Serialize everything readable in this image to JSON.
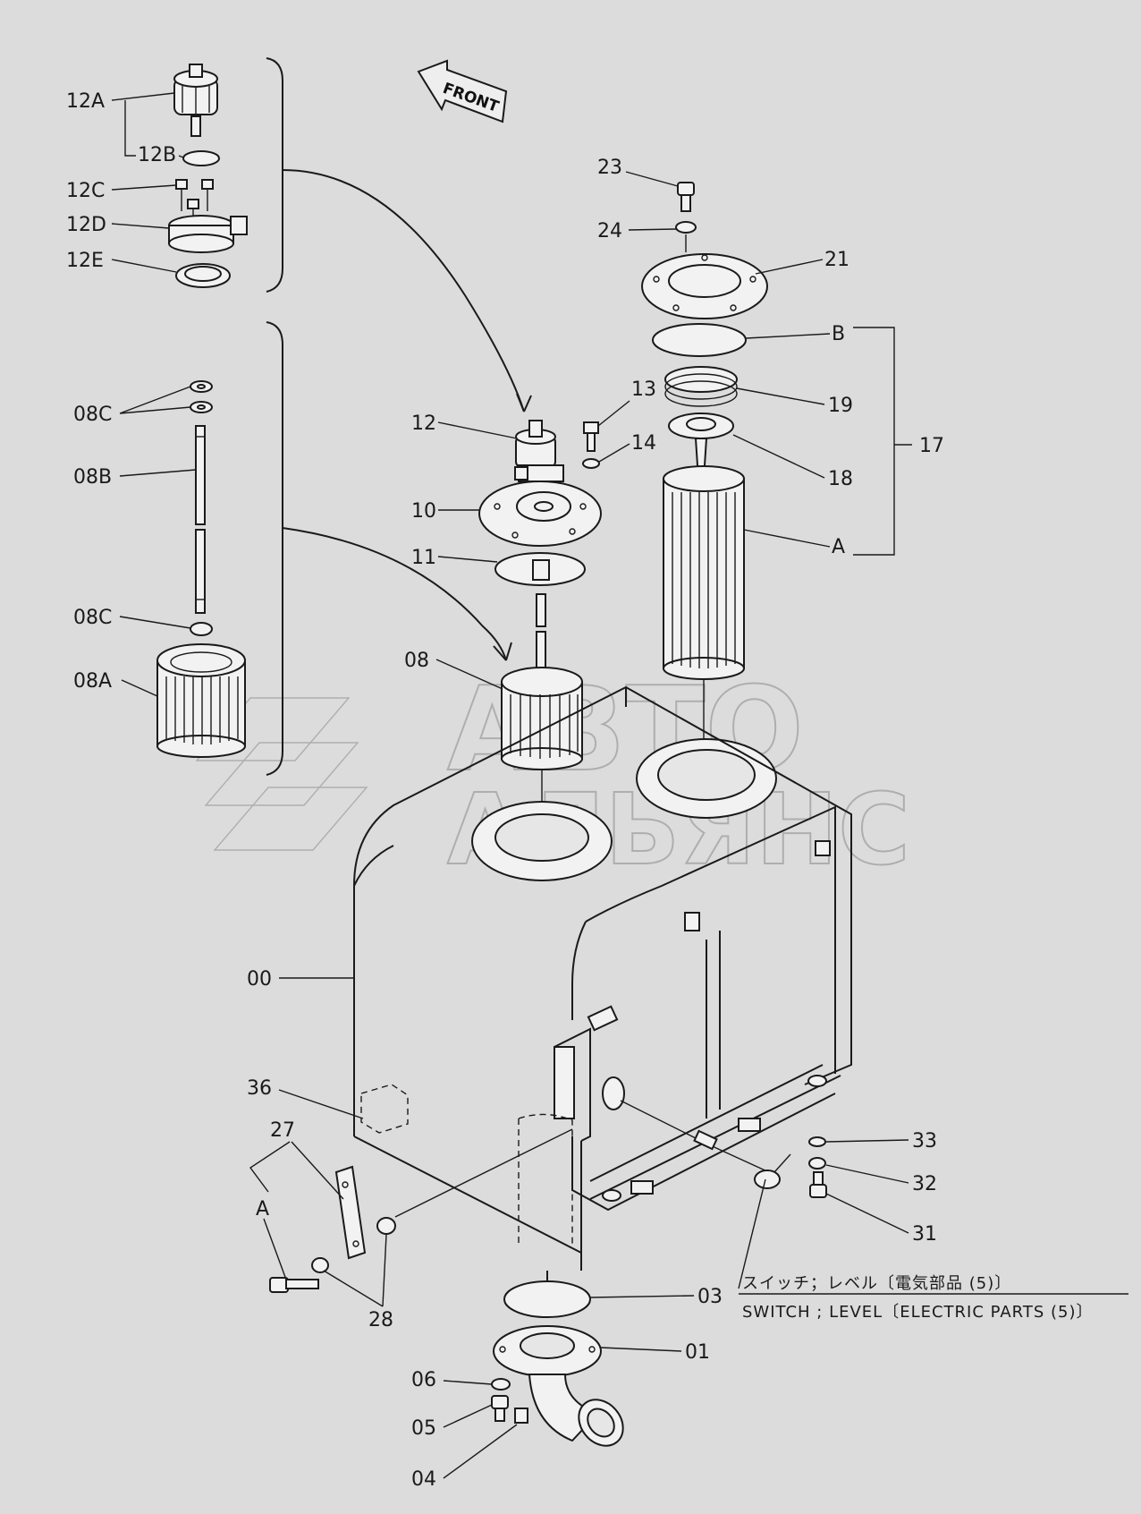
{
  "labels": {
    "l_12a": "12A",
    "l_12b": "12B",
    "l_12c": "12C",
    "l_12d": "12D",
    "l_12e": "12E",
    "l_08c_top": "08C",
    "l_08b": "08B",
    "l_08c_bot": "08C",
    "l_08a": "08A",
    "l_08": "08",
    "l_12": "12",
    "l_10": "10",
    "l_11": "11",
    "l_13": "13",
    "l_14": "14",
    "l_23": "23",
    "l_24": "24",
    "l_21": "21",
    "l_b": "B",
    "l_19": "19",
    "l_18": "18",
    "l_17": "17",
    "l_a_right": "A",
    "l_00": "00",
    "l_36": "36",
    "l_27": "27",
    "l_a_left": "A",
    "l_28": "28",
    "l_33": "33",
    "l_32": "32",
    "l_31": "31",
    "l_03": "03",
    "l_01": "01",
    "l_06": "06",
    "l_05": "05",
    "l_04": "04"
  },
  "front_arrow": {
    "text": "FRONT"
  },
  "notes": {
    "switch_jp": "スイッチ；レベル〔電気部品 (5)〕",
    "switch_en": "SWITCH ; LEVEL〔ELECTRIC PARTS (5)〕"
  },
  "watermark": {
    "line1": "АВТО",
    "line2": "АЛЬЯНС"
  }
}
